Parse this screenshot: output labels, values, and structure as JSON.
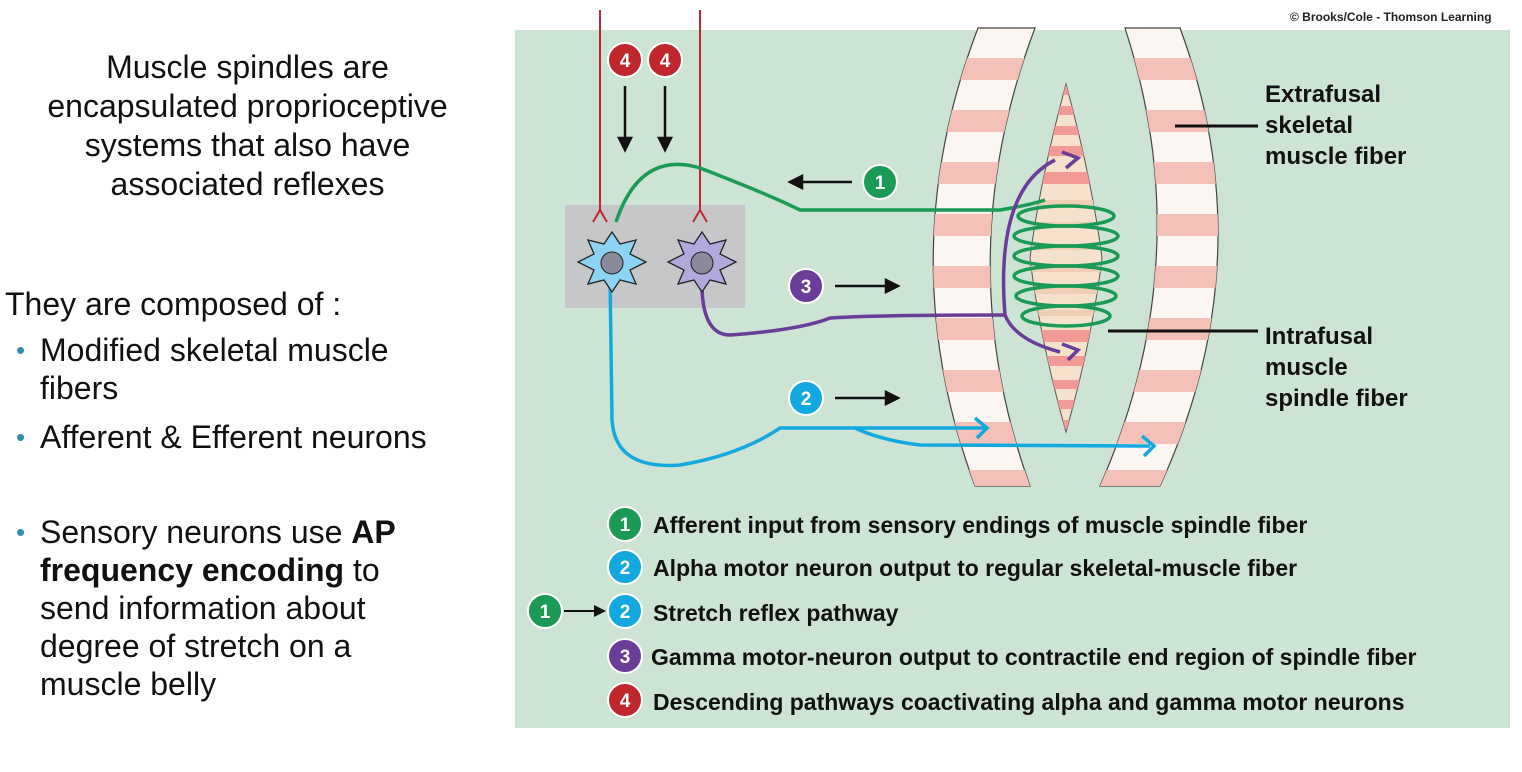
{
  "left_panel": {
    "title_lines": [
      "Muscle spindles are",
      "encapsulated proprioceptive",
      "systems that also have",
      "associated reflexes"
    ],
    "composed_of": "They are composed of :",
    "bullet_1_line1": "Modified skeletal muscle",
    "bullet_1_line2": "fibers",
    "bullet_2": "Afferent & Efferent neurons",
    "bullet_3": {
      "pre": "Sensory neurons use ",
      "bold_1": "AP",
      "bold_2": "frequency encoding",
      "post_1": " to",
      "line3": "send information about",
      "line4": "degree of stretch on a",
      "line5": "muscle belly"
    },
    "bullet_symbol": "•"
  },
  "figure": {
    "copyright": "© Brooks/Cole - Thomson Learning",
    "label_extrafusal": [
      "Extrafusal",
      "skeletal",
      "muscle fiber"
    ],
    "label_intrafusal": [
      "Intrafusal",
      "muscle",
      "spindle fiber"
    ],
    "markers": {
      "m1": "1",
      "m2": "2",
      "m3": "3",
      "m4a": "4",
      "m4b": "4"
    },
    "legend": [
      {
        "badge": "1",
        "text": "Afferent input from sensory endings of muscle spindle fiber"
      },
      {
        "badge": "2",
        "text": "Alpha motor neuron output to regular skeletal-muscle fiber"
      },
      {
        "badge": "2",
        "badge_from": "1",
        "text": "Stretch reflex pathway"
      },
      {
        "badge": "3",
        "text": "Gamma motor-neuron output to contractile end region of spindle fiber"
      },
      {
        "badge": "4",
        "text": "Descending pathways coactivating alpha and gamma motor neurons"
      }
    ],
    "colors": {
      "background": "#cde3d3",
      "afferent_green": "#1a9a55",
      "alpha_blue": "#13a9df",
      "gamma_purple": "#6a3d98",
      "descending_red": "#c0272d",
      "stripe_pink": "#f4c1b8",
      "spinal_box": "#c6c7c9"
    }
  }
}
